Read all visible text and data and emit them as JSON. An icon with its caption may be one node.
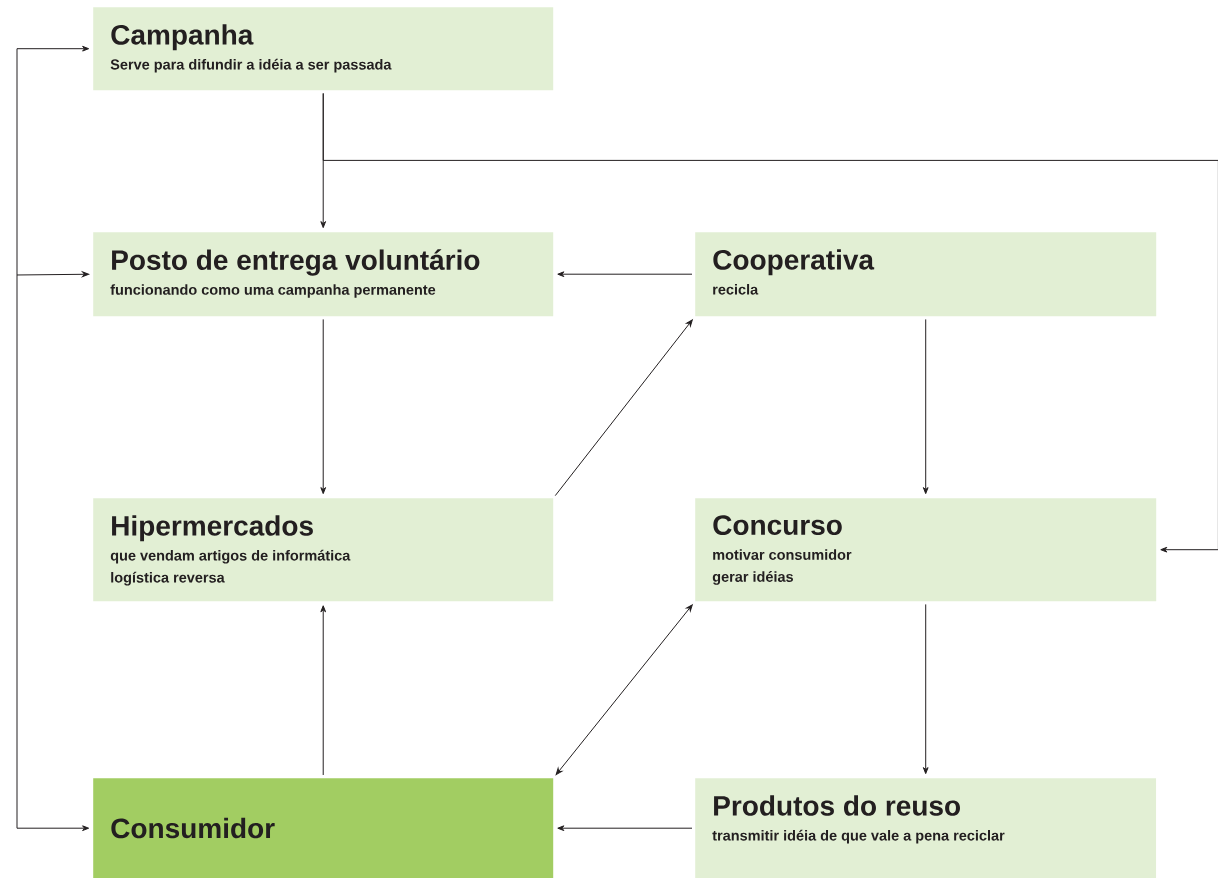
{
  "diagram": {
    "nodes": [
      {
        "text": [
          "Campanha",
          "Serve para difundir a idéia a ser passada"
        ]
      },
      {
        "text": [
          "Posto de entrega voluntário",
          "funcionando como uma campanha permanente"
        ]
      },
      {
        "text": [
          "Cooperativa",
          "recicla"
        ]
      },
      {
        "text": [
          "Hipermercados",
          "que vendam artigos de informática",
          "logística reversa"
        ]
      },
      {
        "text": [
          "Concurso",
          "motivar consumidor",
          "gerar idéias"
        ]
      },
      {
        "text": [
          "Consumidor"
        ]
      },
      {
        "text": [
          "Produtos do reuso",
          "transmitir idéia de que vale a pena reciclar"
        ]
      }
    ],
    "edges": [
      {
        "from": 0,
        "to": 1,
        "arrow": "to"
      },
      {
        "from": 0,
        "to": 4,
        "arrow": "to"
      },
      {
        "from": 2,
        "to": 1,
        "arrow": "to"
      },
      {
        "from": 1,
        "to": 3,
        "arrow": "to"
      },
      {
        "from": 3,
        "to": 2,
        "arrow": "to"
      },
      {
        "from": 2,
        "to": 4,
        "arrow": "to"
      },
      {
        "from": 5,
        "to": 4,
        "arrow": "both"
      },
      {
        "from": 5,
        "to": 3,
        "arrow": "to"
      },
      {
        "from": 4,
        "to": 6,
        "arrow": "to"
      },
      {
        "from": 6,
        "to": 5,
        "arrow": "to"
      },
      {
        "from": null,
        "to": 0,
        "arrow": "to"
      },
      {
        "from": null,
        "to": 1,
        "arrow": "to"
      },
      {
        "from": null,
        "to": 5,
        "arrow": "to"
      }
    ]
  }
}
